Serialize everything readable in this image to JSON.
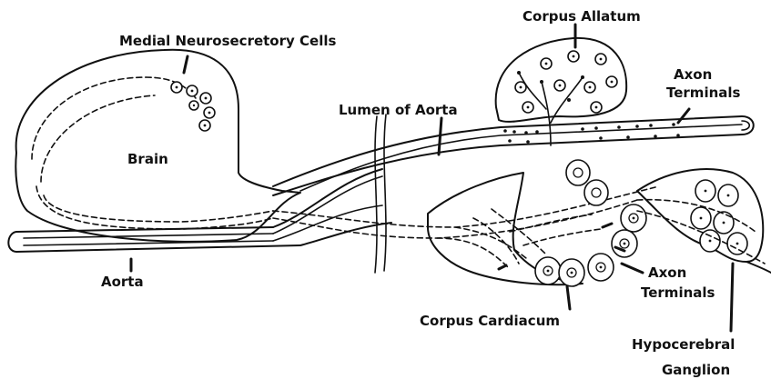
{
  "labels": {
    "medial_neurosecretory_cells": "Medial Neurosecretory Cells",
    "corpus_allatum": "Corpus Allatum",
    "axon_terminals_top_line1": "Axon",
    "axon_terminals_top_line2": "Terminals",
    "lumen_of_aorta": "Lumen of Aorta",
    "brain": "Brain",
    "aorta": "Aorta",
    "axon_terminals_bottom_line1": "Axon",
    "axon_terminals_bottom_line2": "Terminals",
    "corpus_cardiacum": "Corpus Cardiacum",
    "hypocerebral_ganglion_line1": "Hypocerebral",
    "hypocerebral_ganglion_line2": "Ganglion"
  },
  "colors": {
    "ink": "#111111",
    "background": "#ffffff"
  }
}
